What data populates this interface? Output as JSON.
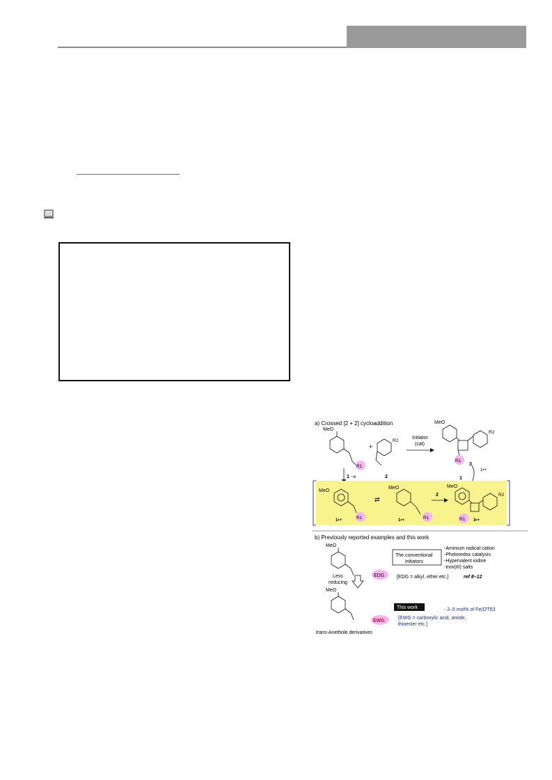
{
  "scheme": {
    "part_a": {
      "heading": "a) Crossed [2 + 2] cycloaddition",
      "initiator_line1": "Initiator",
      "initiator_line2": "(cat)",
      "label_1": "1",
      "label_2": "2",
      "label_3": "3",
      "label_1_again": "1",
      "radical_cation_label": "1•+",
      "minus_e": "−e",
      "arrow_2": "2",
      "meo": "MeO",
      "r1": "R1",
      "r2": "R2",
      "plus": "+",
      "inter_1": "1•+",
      "inter_2": "1•+",
      "inter_3": "3•+"
    },
    "part_b": {
      "heading": "b) Previously reported examples and this work",
      "conventional_line1": "The conventional",
      "conventional_line2": "initiators",
      "initiator_list": [
        "-Aminium radical cation",
        "-Photoredox catalysis",
        "-Hypervalent iodine",
        "-Iron(III) salts"
      ],
      "edg": "EDG",
      "edg_note": "[EDG = alkyl, ether etc.]",
      "ref": "ref 8–12",
      "less_reducing_line1": "Less",
      "less_reducing_line2": "reducing",
      "this_work": "This work",
      "this_work_note": "- 2–5 mol% of Fe(OTf)3",
      "ewg": "EWG",
      "ewg_note_line1": "[EWG = carboxylic acid, amide,",
      "ewg_note_line2": "thioester etc.]",
      "caption_italic": "trans",
      "caption_rest": "-Anethole derivatives"
    },
    "colors": {
      "highlight_yellow": "#f8f38c",
      "pink_circle": "#f3b6ef",
      "ewg_red": "#c0102a",
      "note_blue": "#1a2a8a"
    }
  }
}
